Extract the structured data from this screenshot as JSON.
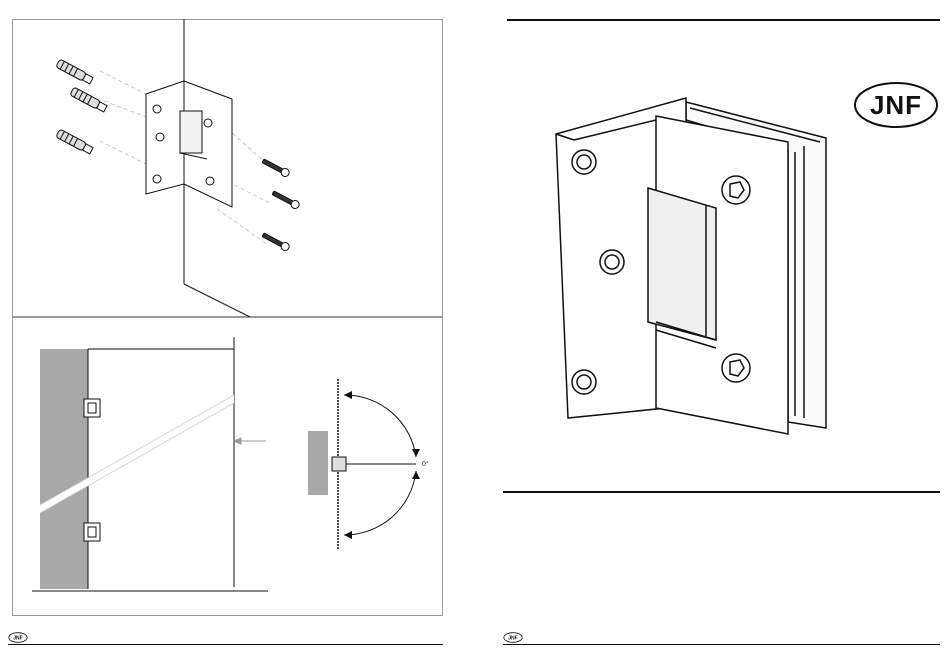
{
  "document": {
    "brand": "JNF",
    "angle_label": "0°",
    "footer_logo_text": "JNF"
  },
  "colors": {
    "line": "#111111",
    "frame": "#9a9a9a",
    "wall_gray": "#a8a8a8",
    "dashed": "#bbbbbb"
  }
}
